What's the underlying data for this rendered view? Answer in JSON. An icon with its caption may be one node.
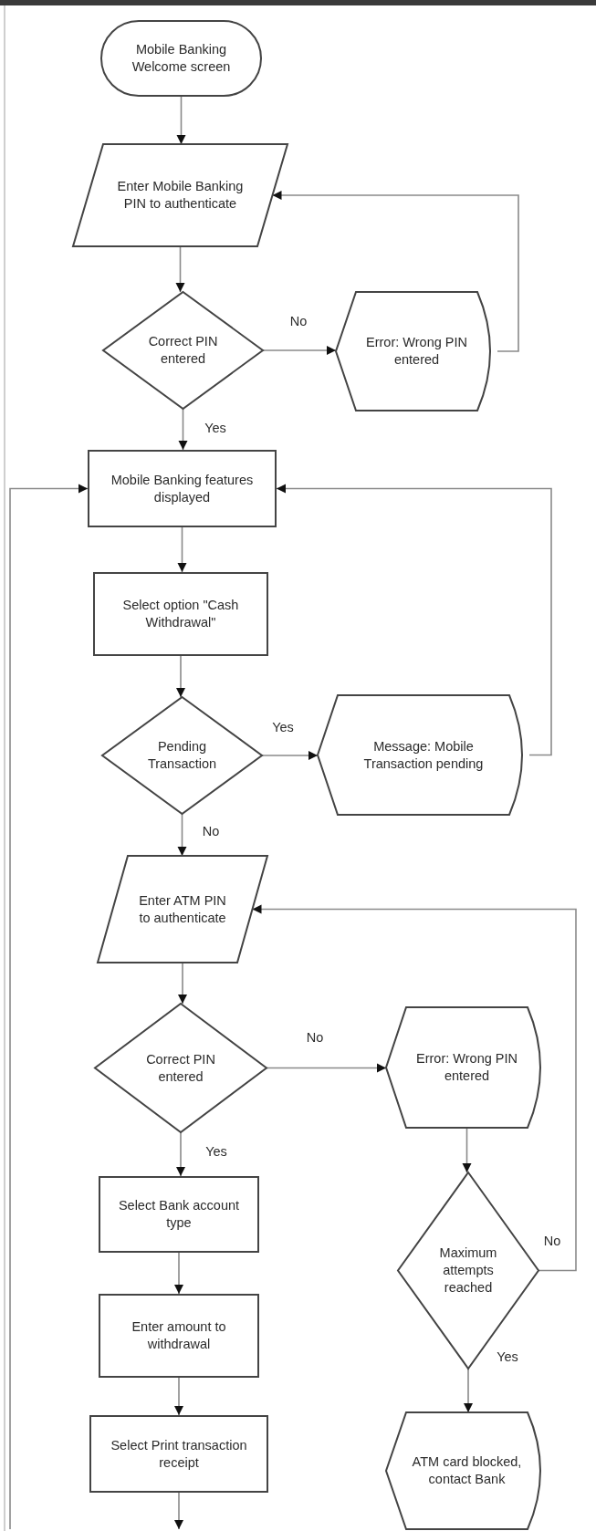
{
  "diagram": {
    "nodes": [
      {
        "text": [
          "Mobile Banking Welcome screen"
        ]
      },
      {
        "text": [
          "Enter Mobile Banking PIN to authenticate"
        ]
      },
      {
        "text": [
          "Correct PIN entered"
        ]
      },
      {
        "text": [
          "Error: Wrong PIN entered"
        ]
      },
      {
        "text": [
          "Mobile Banking features displayed"
        ]
      },
      {
        "text": [
          "Select option \"Cash Withdrawal\""
        ]
      },
      {
        "text": [
          "Pending Transaction"
        ]
      },
      {
        "text": [
          "Message: Mobile Transaction pending"
        ]
      },
      {
        "text": [
          "Enter ATM PIN to authenticate"
        ]
      },
      {
        "text": [
          "Correct PIN entered"
        ]
      },
      {
        "text": [
          "Error: Wrong PIN entered"
        ]
      },
      {
        "text": [
          "Select Bank account type"
        ]
      },
      {
        "text": [
          "Enter amount to withdrawal"
        ]
      },
      {
        "text": [
          "Select Print transaction receipt"
        ]
      },
      {
        "text": [
          "Maximum attempts reached"
        ]
      },
      {
        "text": [
          "ATM card blocked, contact Bank"
        ]
      }
    ],
    "edges": [
      {
        "from": 0,
        "to": 1,
        "arrow": "to"
      },
      {
        "from": 1,
        "to": 2,
        "arrow": "to"
      },
      {
        "from": 2,
        "to": 3,
        "arrow": "to",
        "label": "No"
      },
      {
        "from": 3,
        "to": 1,
        "arrow": "to"
      },
      {
        "from": 2,
        "to": 4,
        "arrow": "to",
        "label": "Yes"
      },
      {
        "from": 4,
        "to": 5,
        "arrow": "to"
      },
      {
        "from": 5,
        "to": 6,
        "arrow": "to"
      },
      {
        "from": 6,
        "to": 7,
        "arrow": "to",
        "label": "Yes"
      },
      {
        "from": 7,
        "to": 4,
        "arrow": "to"
      },
      {
        "from": null,
        "to": 4,
        "arrow": "to"
      },
      {
        "from": 6,
        "to": 8,
        "arrow": "to",
        "label": "No"
      },
      {
        "from": 8,
        "to": 9,
        "arrow": "to"
      },
      {
        "from": 9,
        "to": 10,
        "arrow": "to",
        "label": "No"
      },
      {
        "from": 10,
        "to": 14,
        "arrow": "to"
      },
      {
        "from": 14,
        "to": 8,
        "arrow": "to",
        "label": "No"
      },
      {
        "from": 14,
        "to": 15,
        "arrow": "to",
        "label": "Yes"
      },
      {
        "from": 9,
        "to": 11,
        "arrow": "to",
        "label": "Yes"
      },
      {
        "from": 11,
        "to": 12,
        "arrow": "to"
      },
      {
        "from": 12,
        "to": 13,
        "arrow": "to"
      },
      {
        "from": 13,
        "to": null,
        "arrow": "to"
      }
    ]
  }
}
